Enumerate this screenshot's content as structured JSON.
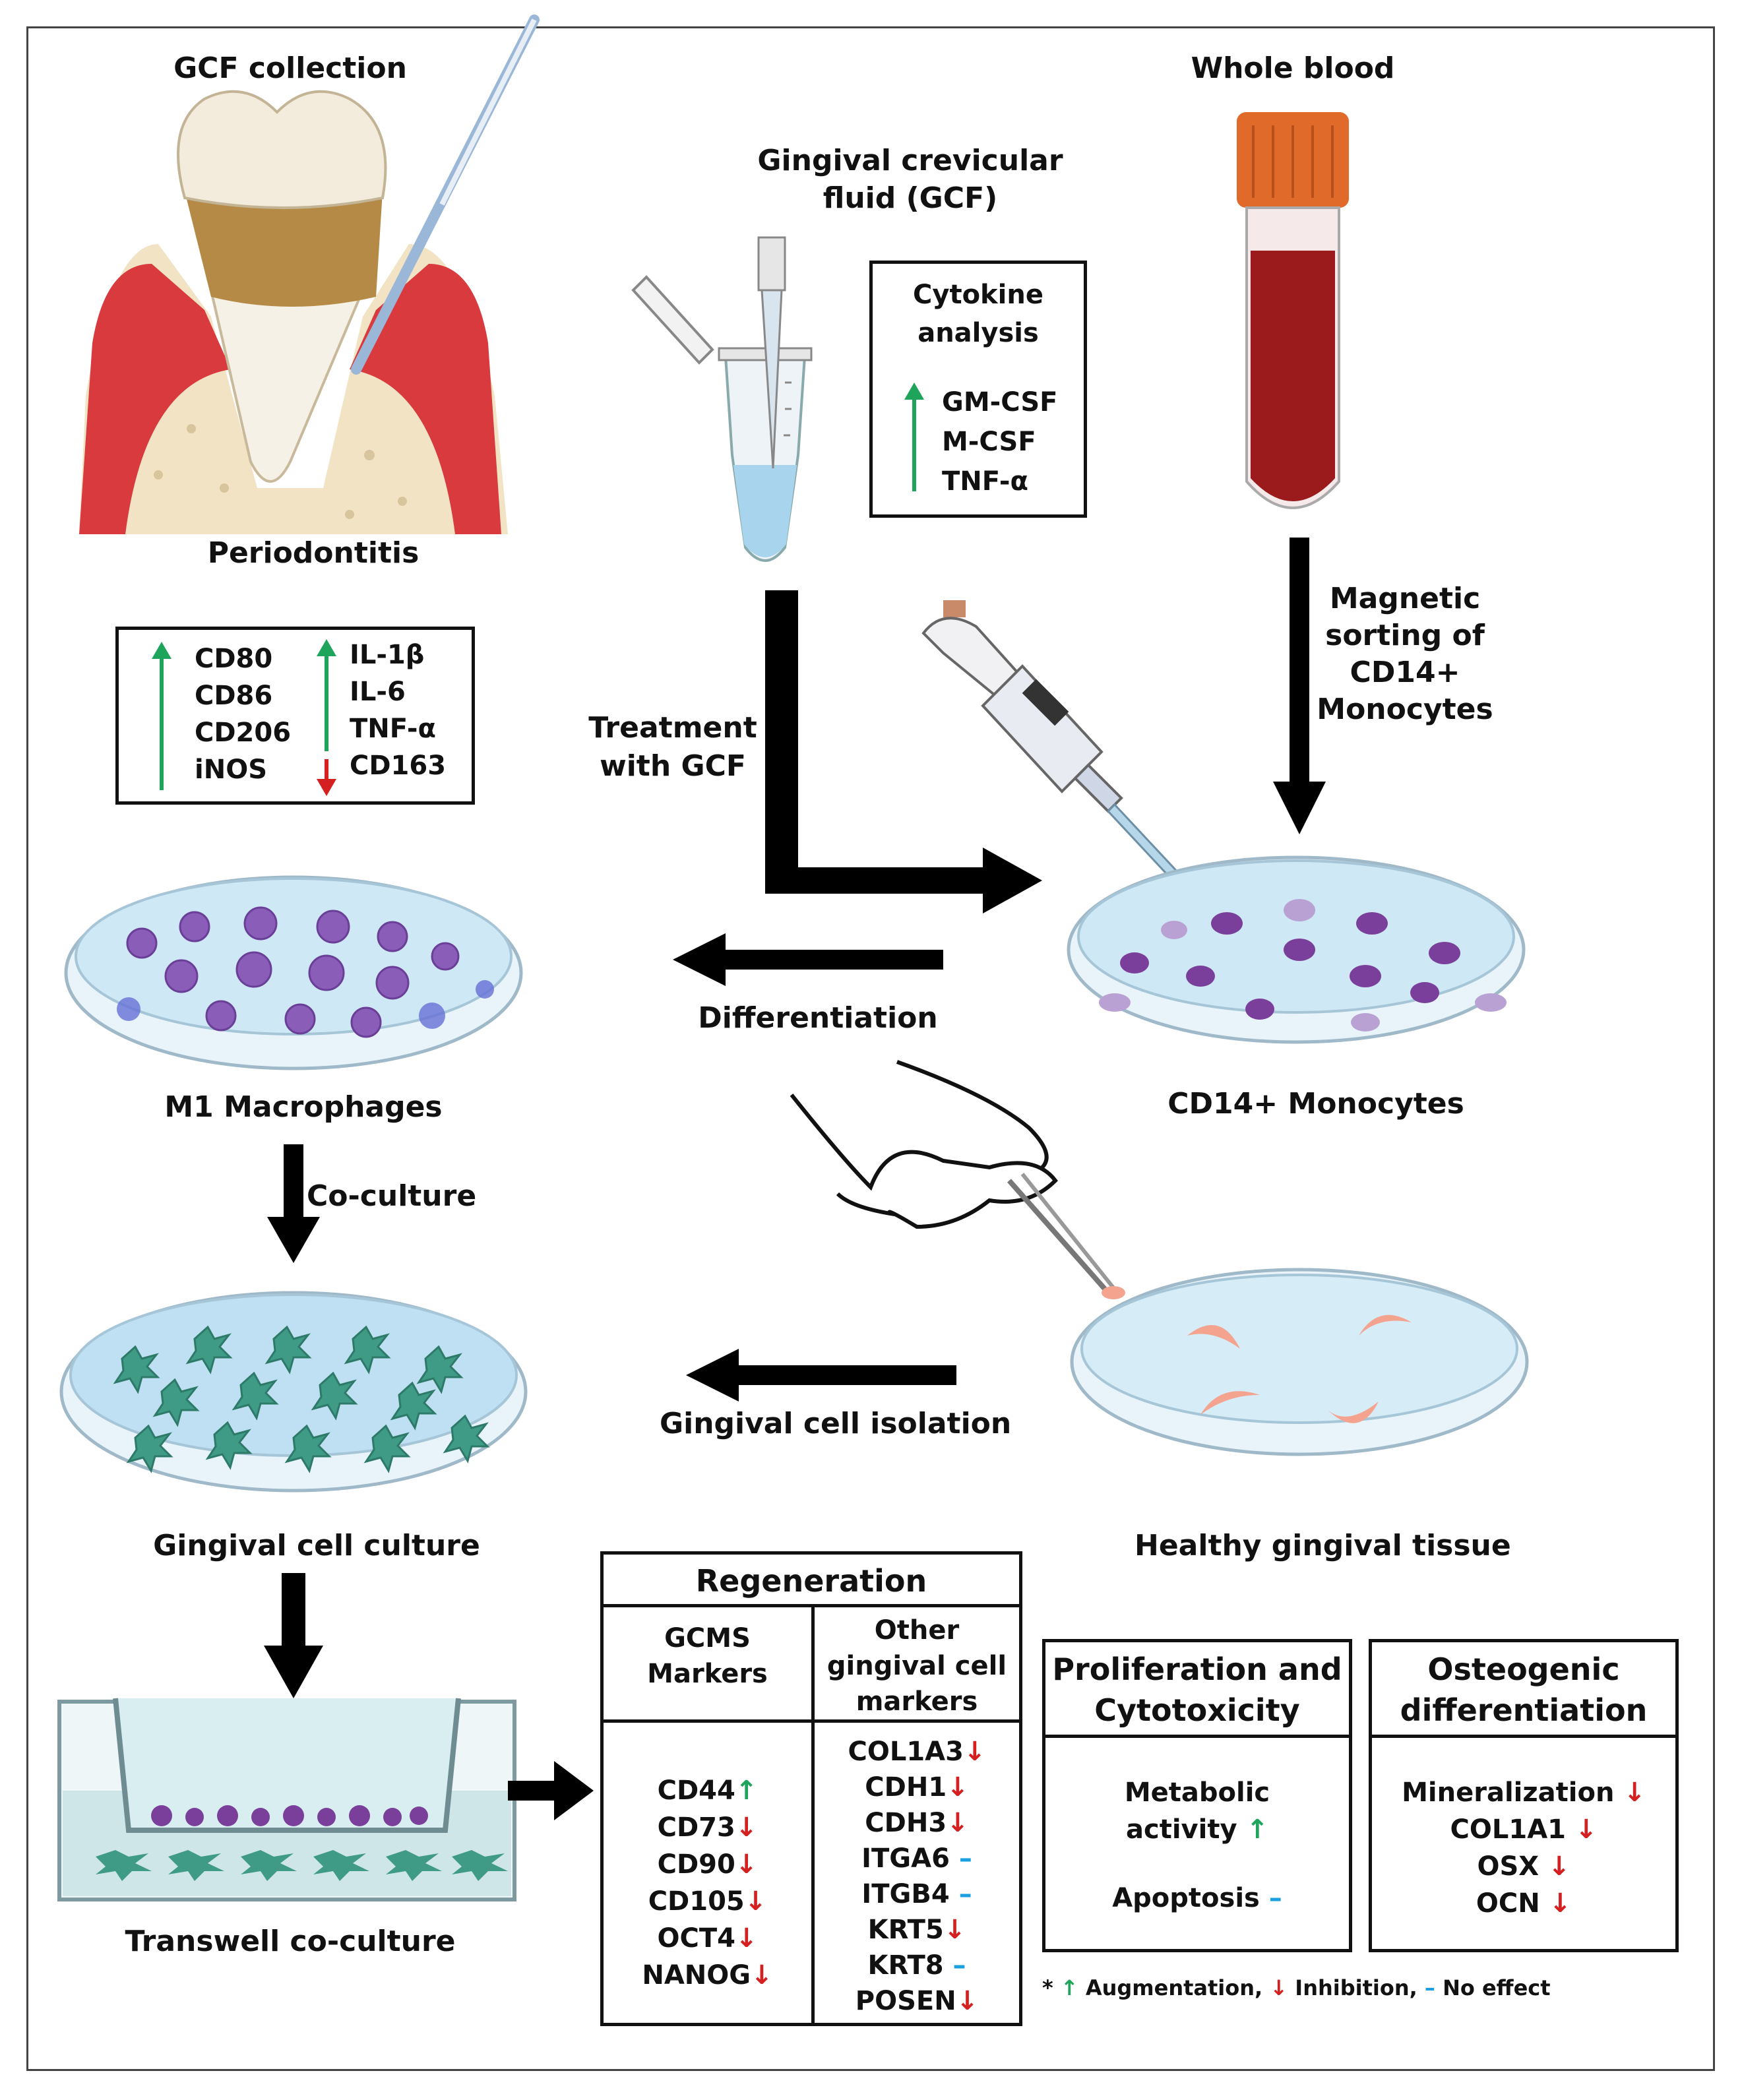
{
  "labels": {
    "gcf_collection": "GCF collection",
    "periodontitis": "Periodontitis",
    "whole_blood": "Whole blood",
    "gcf_title_1": "Gingival crevicular",
    "gcf_title_2": "fluid (GCF)",
    "treatment_1": "Treatment",
    "treatment_2": "with GCF",
    "magnetic_1": "Magnetic",
    "magnetic_2": "sorting of",
    "magnetic_3": "CD14+",
    "magnetic_4": "Monocytes",
    "differentiation": "Differentiation",
    "m1_macrophages": "M1 Macrophages",
    "cd14_monocytes": "CD14+ Monocytes",
    "co_culture": "Co-culture",
    "gingival_cell_isolation": "Gingival cell isolation",
    "gingival_cell_culture": "Gingival cell culture",
    "healthy_gingival_tissue": "Healthy gingival tissue",
    "transwell": "Transwell  co-culture"
  },
  "cytokine_box": {
    "title_1": "Cytokine",
    "title_2": "analysis",
    "items": [
      "GM-CSF",
      "M-CSF",
      "TNF-α"
    ]
  },
  "m1_box": {
    "left_up": [
      "CD80",
      "CD86",
      "CD206",
      "iNOS"
    ],
    "right_up": [
      "IL-1β",
      "IL-6",
      "TNF-α"
    ],
    "right_down": "CD163"
  },
  "regeneration": {
    "title": "Regeneration",
    "col1_header_1": "GCMS",
    "col1_header_2": "Markers",
    "col2_header_1": "Other",
    "col2_header_2": "gingival cell",
    "col2_header_3": "markers",
    "gcms": [
      {
        "name": "CD44",
        "effect": "↑"
      },
      {
        "name": "CD73",
        "effect": "↓"
      },
      {
        "name": "CD90",
        "effect": "↓"
      },
      {
        "name": "CD105",
        "effect": "↓"
      },
      {
        "name": "OCT4",
        "effect": "↓"
      },
      {
        "name": "NANOG",
        "effect": "↓"
      }
    ],
    "other": [
      {
        "name": "COL1A3",
        "effect": "↓"
      },
      {
        "name": "CDH1",
        "effect": "↓"
      },
      {
        "name": "CDH3",
        "effect": "↓"
      },
      {
        "name": "ITGA6",
        "effect": "–"
      },
      {
        "name": "ITGB4",
        "effect": "–"
      },
      {
        "name": "KRT5",
        "effect": "↓"
      },
      {
        "name": "KRT8",
        "effect": "–"
      },
      {
        "name": "POSEN",
        "effect": "↓"
      }
    ]
  },
  "proliferation": {
    "title_1": "Proliferation and",
    "title_2": "Cytotoxicity",
    "metabolic_1": "Metabolic",
    "metabolic_2": "activity",
    "metabolic_effect": "↑",
    "apoptosis": "Apoptosis",
    "apoptosis_effect": "–"
  },
  "osteogenic": {
    "title_1": "Osteogenic",
    "title_2": "differentiation",
    "items": [
      {
        "name": "Mineralization",
        "effect": "↓"
      },
      {
        "name": "COL1A1",
        "effect": "↓"
      },
      {
        "name": "OSX",
        "effect": "↓"
      },
      {
        "name": "OCN",
        "effect": "↓"
      }
    ]
  },
  "legend": {
    "star": "*",
    "aug_sym": "↑",
    "aug": "Augmentation,",
    "inh_sym": "↓",
    "inh": "Inhibition,",
    "ne_sym": "–",
    "ne": "No effect"
  },
  "colors": {
    "up": "#1fa55b",
    "down": "#d42020",
    "none": "#1aa0e0",
    "gum": "#d83a3e",
    "blood": "#9b1b1d",
    "cap": "#e06a2a"
  }
}
